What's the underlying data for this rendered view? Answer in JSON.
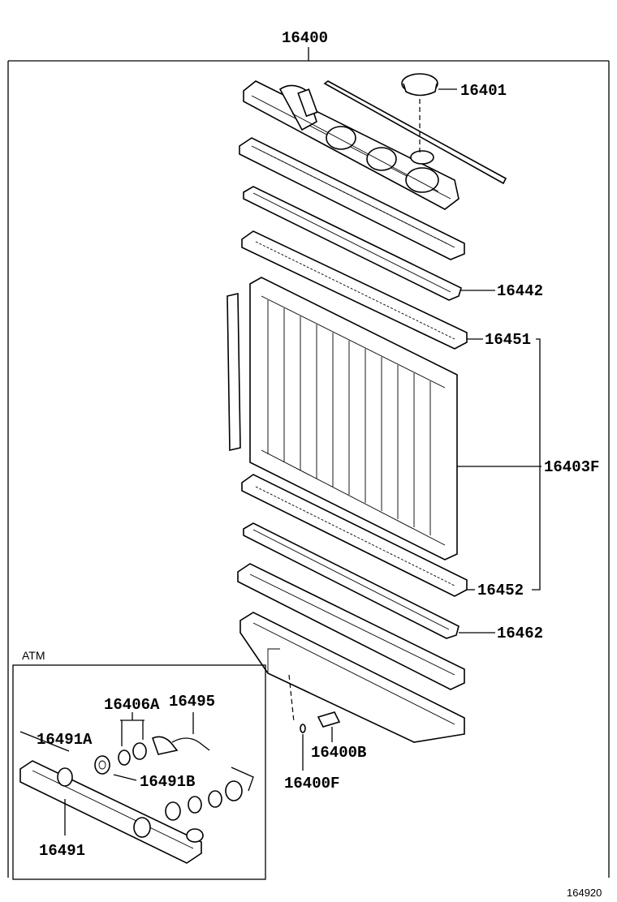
{
  "diagram": {
    "assembly_label": "16400",
    "figure_number": "164920",
    "atm_box_label": "ATM",
    "callouts": {
      "filler_cap": "16401",
      "upper_gasket": "16442",
      "upper_core_plate": "16451",
      "core_assembly": "16403F",
      "lower_core_plate": "16452",
      "lower_gasket": "16462",
      "drain_cock_plug": "16400B",
      "drain_cock_o_ring": "16400F",
      "atm_washer": "16406A",
      "atm_hose": "16495",
      "atm_oil_cooler_part": "16491A",
      "atm_oil_cooler_gasket": "16491B",
      "atm_oil_cooler": "16491"
    }
  }
}
